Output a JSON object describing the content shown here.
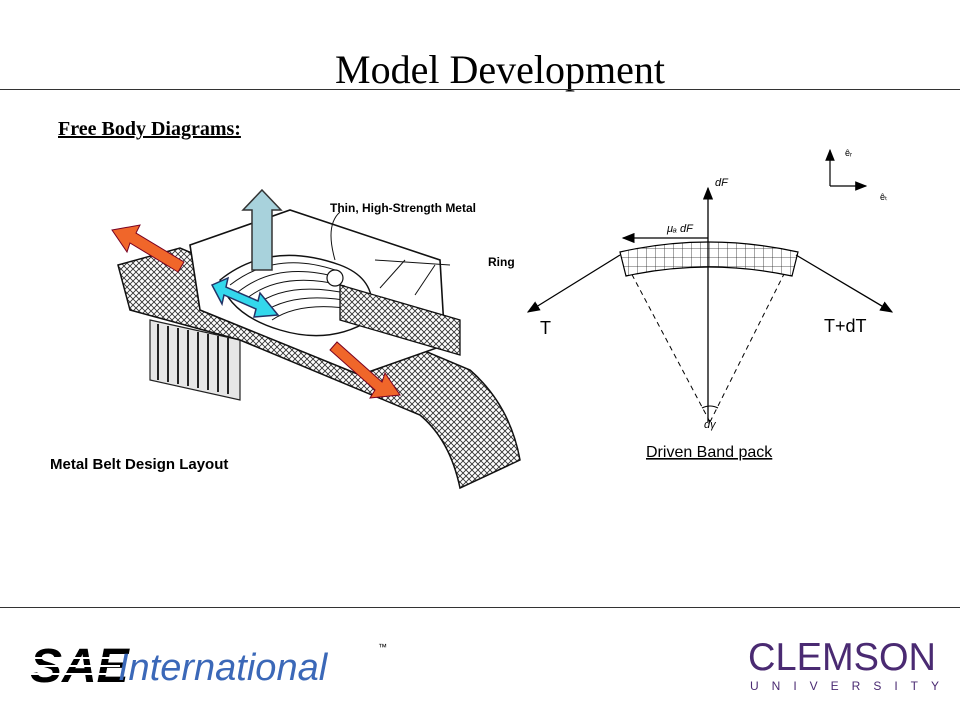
{
  "title": "Model Development",
  "section_heading": "Free Body Diagrams:",
  "belt_figure": {
    "caption": "Metal Belt Design Layout",
    "label_metal": "Thin, High-Strength Metal",
    "label_ring": "Ring",
    "arrow_colors": {
      "orange": "#f0662a",
      "cyan": "#33d8ec",
      "light_blue": "#a8d2dc"
    }
  },
  "fbd": {
    "caption": "Driven Band pack",
    "tension_left": "T",
    "tension_right": "T+dT",
    "normal_force": "dF",
    "friction_force": "μₐ dF",
    "angle": "dγ",
    "unit_radial": "êᵣ",
    "unit_tangential": "êₜ"
  },
  "footer": {
    "sae_logo_primary": "SAE",
    "sae_logo_secondary": "International",
    "sae_logo_tm": "™",
    "clemson_logo_primary": "CLEMSON",
    "clemson_logo_secondary": "UNIVERSITY"
  }
}
